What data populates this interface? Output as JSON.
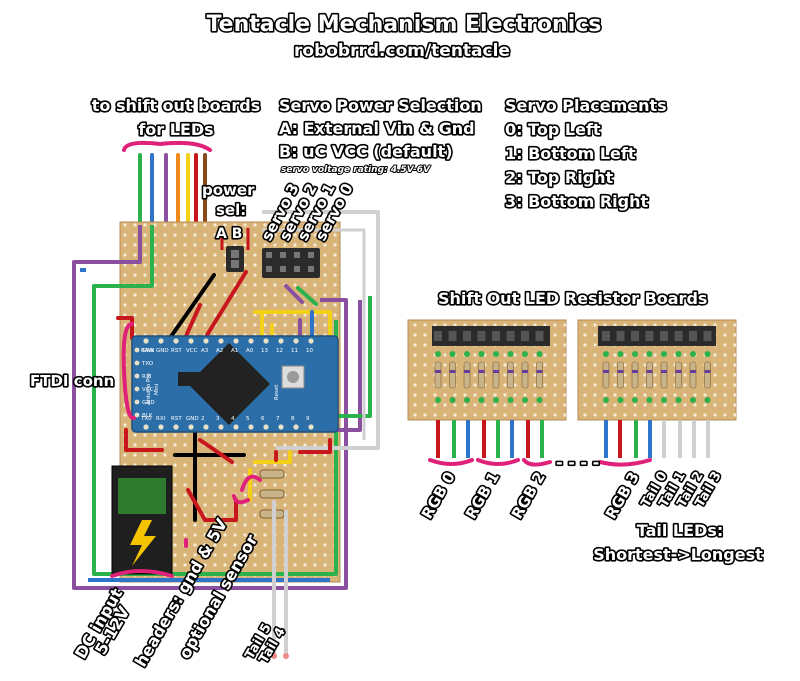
{
  "title": "Tentacle Mechanism Electronics",
  "subtitle": "robobrrd.com/tentacle",
  "shift_out_label": [
    "to shift out boards",
    "for LEDs"
  ],
  "servo_power": {
    "heading": "Servo Power Selection",
    "lines": [
      "A: External Vin & Gnd",
      "B: uC VCC (default)"
    ],
    "note": "servo voltage rating: 4.5V-6V"
  },
  "servo_placements": {
    "heading": "Servo Placements",
    "items": [
      "0: Top Left",
      "1: Bottom Left",
      "2: Top Right",
      "3: Bottom Right"
    ]
  },
  "power_sel": [
    "power",
    "sel:",
    "A B"
  ],
  "servo_labels": [
    "servo 3",
    "servo 2",
    "servo 1",
    "servo 0"
  ],
  "ftdi_label": "FTDI conn",
  "resistor_boards_title": "Shift Out LED Resistor Boards",
  "rgb_labels": [
    "RGB 0",
    "RGB 1",
    "RGB 2",
    "RGB 3"
  ],
  "dots": "- - - -",
  "tail_board_labels": [
    "Tail 0",
    "Tail 1",
    "Tail 2",
    "Tail 3"
  ],
  "tail_leds_caption": [
    "Tail LEDs:",
    "Shortest->Longest"
  ],
  "bottom_labels": {
    "dc_input": [
      "DC input",
      "5-12V"
    ],
    "headers": "headers: gnd & 5V",
    "optional_sensor": "optional sensor",
    "tails": [
      "Tail 5",
      "Tail 4"
    ]
  },
  "arduino": {
    "silk": [
      "Arduino Pro",
      "Mini",
      "Reset"
    ],
    "top_pins": [
      "RAW",
      "GND",
      "RST",
      "VCC",
      "A3",
      "A2",
      "A1",
      "A0",
      "13",
      "12",
      "11",
      "10"
    ],
    "bottom_pins": [
      "TX0",
      "RXI",
      "RST",
      "GND",
      "2",
      "3",
      "4",
      "5",
      "6",
      "7",
      "8",
      "9"
    ],
    "side_pins": [
      "GRN",
      "TXO",
      "RXI",
      "VCC",
      "GND",
      "BLK"
    ]
  },
  "colors": {
    "board": "#d9b479",
    "arduino": "#2c6fa8",
    "red": "#c8161d",
    "green": "#2bb24c",
    "blue": "#2e74c9",
    "purple": "#8a4f9e",
    "orange": "#f08a1c",
    "yellow": "#f5d018",
    "brown": "#8a4a1c",
    "bracket": "#e0217a"
  }
}
